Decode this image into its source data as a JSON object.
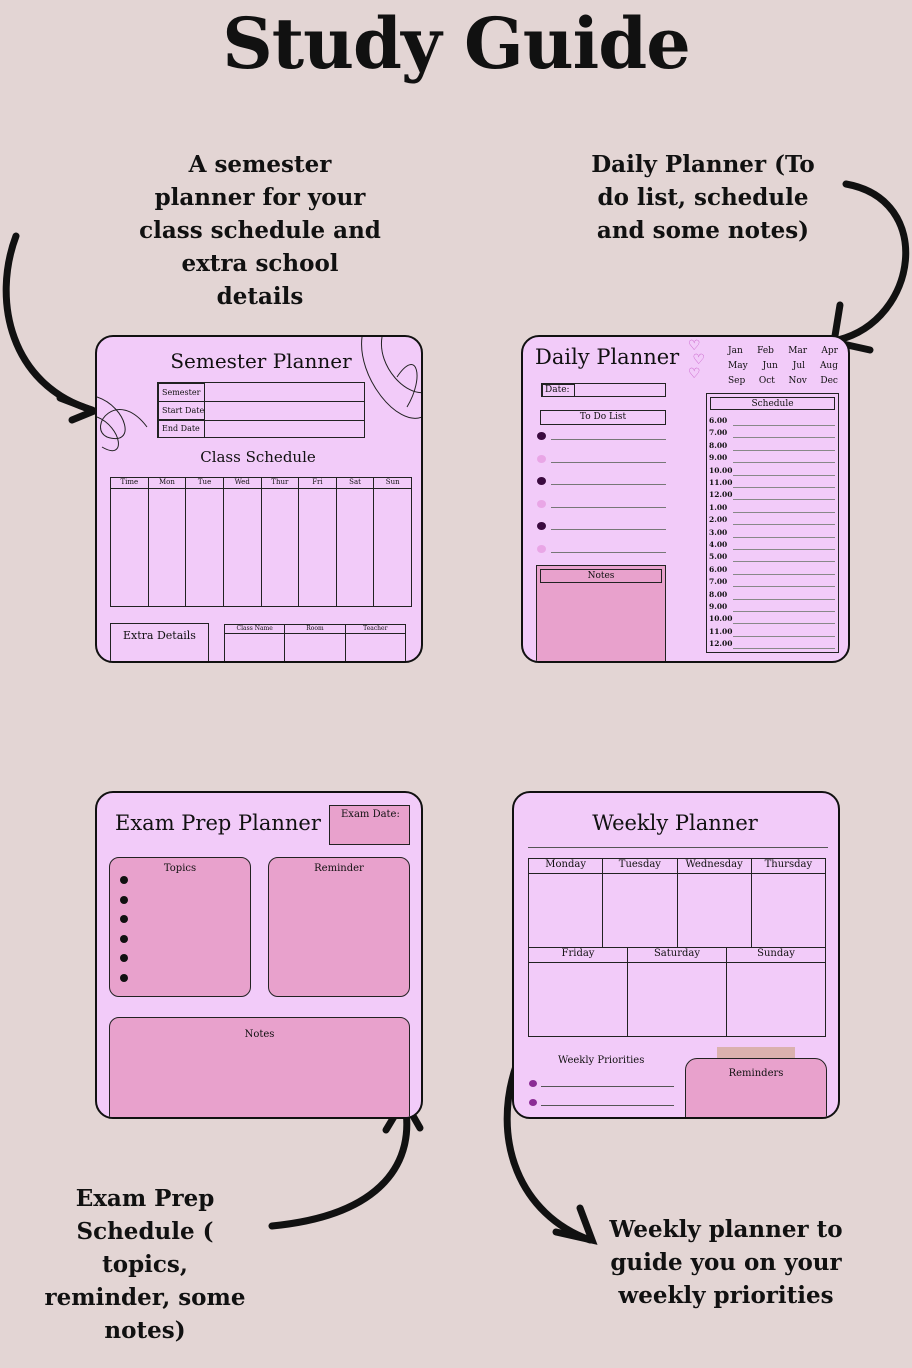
{
  "title": "Study Guide",
  "captions": {
    "semester": "A semester\nplanner for your\nclass schedule and\nextra school\ndetails",
    "daily": "Daily Planner (To\ndo list, schedule\nand some notes)",
    "exam": "Exam Prep\nSchedule ( topics,\nreminder, some\nnotes)",
    "weekly": "Weekly planner to\nguide you on your\nweekly priorities"
  },
  "semester": {
    "title": "Semester Planner",
    "fields": [
      "Semester",
      "Start Date",
      "End Date"
    ],
    "class_schedule": "Class Schedule",
    "days": [
      "Time",
      "Mon",
      "Tue",
      "Wed",
      "Thur",
      "Fri",
      "Sat",
      "Sun"
    ],
    "extra_details": "Extra Details",
    "extra_columns": [
      "Class Name",
      "Room",
      "Teacher"
    ]
  },
  "daily": {
    "title": "Daily Planner",
    "date_label": "Date:",
    "todo_label": "To Do List",
    "notes_label": "Notes",
    "months": [
      "Jan",
      "Feb",
      "Mar",
      "Apr",
      "May",
      "Jun",
      "Jul",
      "Aug",
      "Sep",
      "Oct",
      "Nov",
      "Dec"
    ],
    "schedule_label": "Schedule",
    "times": [
      "6.00",
      "7.00",
      "8.00",
      "9.00",
      "10.00",
      "11.00",
      "12.00",
      "1.00",
      "2.00",
      "3.00",
      "4.00",
      "5.00",
      "6.00",
      "7.00",
      "8.00",
      "9.00",
      "10.00",
      "11.00",
      "12.00"
    ]
  },
  "exam": {
    "title": "Exam Prep Planner",
    "exam_date": "Exam Date:",
    "topics": "Topics",
    "reminder": "Reminder",
    "notes": "Notes"
  },
  "weekly": {
    "title": "Weekly Planner",
    "days_top": [
      "Monday",
      "Tuesday",
      "Wednesday",
      "Thursday"
    ],
    "days_bottom": [
      "Friday",
      "Saturday",
      "Sunday"
    ],
    "priorities": "Weekly Priorities",
    "reminders": "Reminders"
  },
  "colors": {
    "background": "#e3d5d4",
    "card": "#f2cbf9",
    "accent_pink": "#e8a1cc",
    "dot_dark": "#3b0a3f",
    "dot_light": "#e9a6e6"
  }
}
